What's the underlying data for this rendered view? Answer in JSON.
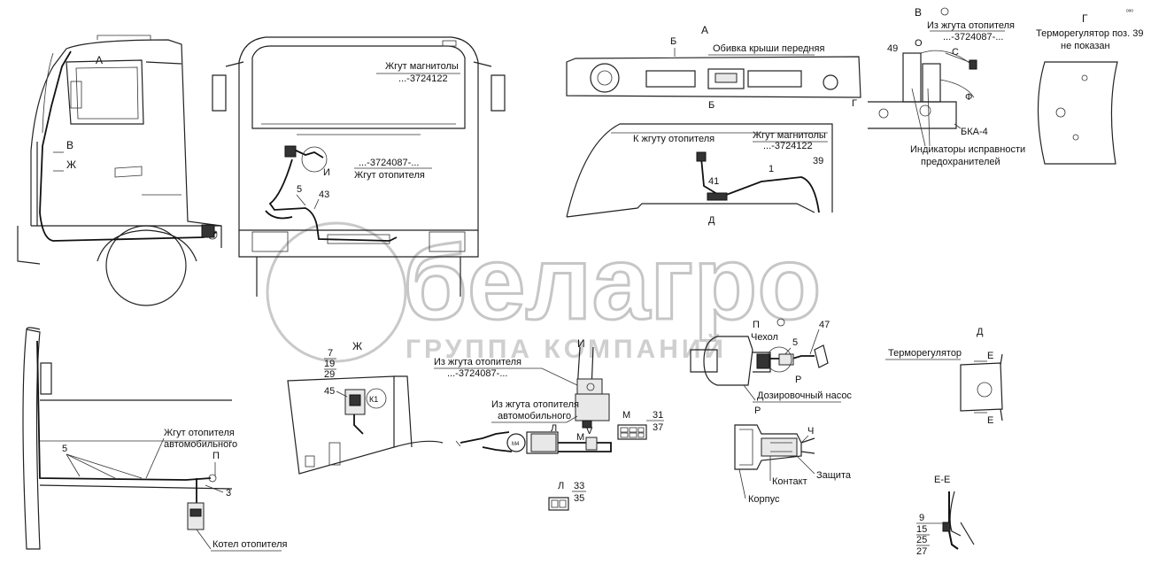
{
  "watermark": {
    "brand": "белагро",
    "subtitle": "ГРУППА КОМПАНИЙ"
  },
  "labels": {
    "view_a_top": "А",
    "a_left": "А",
    "b_left": "В",
    "zh_left": "Ж",
    "radio_harness": "Жгут магнитолы",
    "radio_harness_num": "...-3724122",
    "heater_harness_num": "...-3724087-...",
    "heater_harness": "Жгут отопителя",
    "i_mark": "И",
    "pos5_front": "5",
    "pos43": "43",
    "b_mark_top": "Б",
    "roof_trim": "Обивка крыши передняя",
    "b_mark_mid": "Б",
    "g_mark_a": "Г",
    "to_heater_harness": "К жгуту отопителя",
    "radio_harness_2": "Жгут магнитолы",
    "radio_harness_num_2": "...-3724122",
    "pos1": "1",
    "pos39": "39",
    "pos41": "41",
    "d_mark": "Д",
    "view_v": "В",
    "from_heater_harness_v": "Из жгута отопителя",
    "heater_num_v": "...-3724087-...",
    "pos49": "49",
    "o_mark": "О",
    "s_mark": "С",
    "f_mark": "Ф",
    "bka": "БКА-4",
    "fuse_indicators_1": "Индикаторы исправности",
    "fuse_indicators_2": "предохранителей",
    "view_g": "Г",
    "thermo_note_1": "Терморегулятор поз. 39",
    "thermo_note_2": "не показан",
    "view_zh": "Ж",
    "pos7": "7",
    "pos19": "19",
    "pos29": "29",
    "pos45": "45",
    "k1": "К1",
    "heater_harness_auto_1": "Жгут отопителя",
    "heater_harness_auto_2": "автомобильного",
    "pos5_bottom": "5",
    "p_mark_bottom": "П",
    "pos3": "3",
    "boiler": "Котел отопителя",
    "view_i": "И",
    "from_heater_harness_i": "Из жгута отопителя",
    "heater_num_i": "...-3724087-...",
    "from_heater_i2_1": "Из жгута отопителя",
    "from_heater_i2_2": "автомобильного",
    "l_mark": "Л",
    "m_mark": "М",
    "v_mark_i": "V",
    "m_view": "М",
    "pos31": "31",
    "pos37": "37",
    "l_view": "Л",
    "pos33": "33",
    "pos35": "35",
    "p_view": "П",
    "cover": "Чехол",
    "pos5_pump": "5",
    "pos47": "47",
    "r_mark": "Р",
    "dosing_pump": "Дозировочный насос",
    "r_view": "Р",
    "ch_mark": "Ч",
    "protection": "Защита",
    "contact": "Контакт",
    "body_housing": "Корпус",
    "d_view": "Д",
    "thermoregulator": "Терморегулятор",
    "e_mark_1": "Е",
    "e_mark_2": "Е",
    "e_view": "Е-Е",
    "pos9": "9",
    "pos15": "15",
    "pos25": "25",
    "pos27": "27"
  }
}
